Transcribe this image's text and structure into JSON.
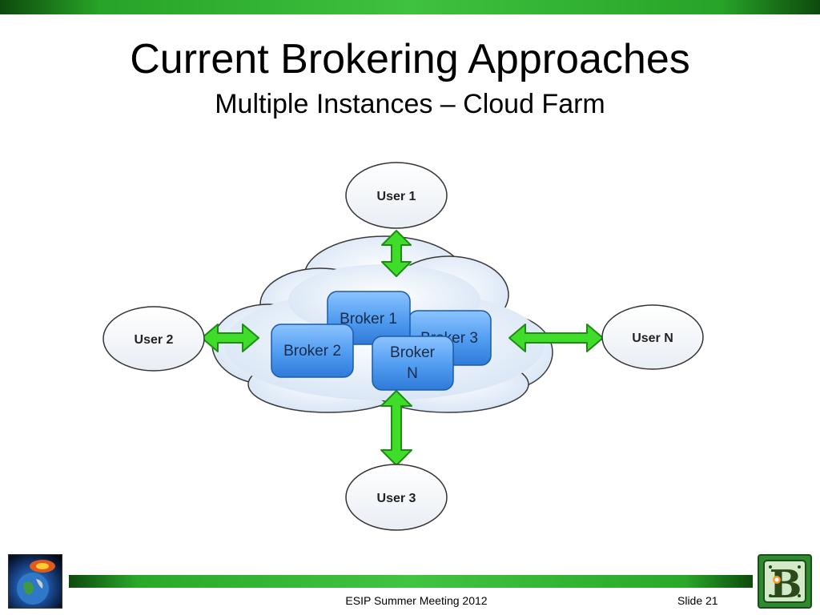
{
  "slide": {
    "title": "Current Brokering Approaches",
    "subtitle": "Multiple Instances – Cloud Farm"
  },
  "diagram": {
    "users": {
      "user1": "User 1",
      "user2": "User 2",
      "user3": "User 3",
      "userN": "User N"
    },
    "brokers": {
      "broker1": "Broker 1",
      "broker2": "Broker 2",
      "broker3": "Broker 3",
      "brokerN_line1": "Broker",
      "brokerN_line2": "N"
    },
    "colors": {
      "arrow": "#3fdc2a",
      "arrow_stroke": "#1f8a14",
      "broker_fill": "#4f9cf0",
      "broker_stroke": "#1d5aa8",
      "cloud_fill": "#eaf1fb"
    }
  },
  "footer": {
    "meeting": "ESIP Summer Meeting 2012",
    "slide": "Slide 21"
  },
  "logos": {
    "left": "earth-logo",
    "right": "b-logo"
  }
}
